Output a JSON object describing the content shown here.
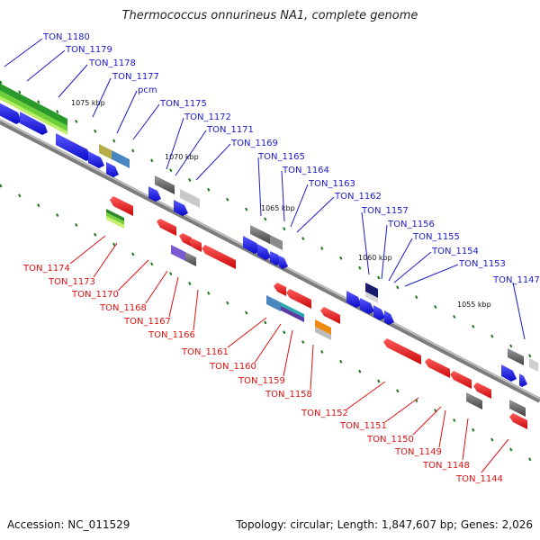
{
  "title": "Thermococcus onnurineus NA1, complete genome",
  "footer": {
    "accession": "Accession: NC_011529",
    "summary": "Topology: circular; Length: 1,847,607 bp; Genes: 2,026"
  },
  "colors": {
    "forward_label": "#1a1acc",
    "reverse_label": "#dd1111",
    "backbone": "#8a8a8a",
    "forward_gene": "#1414e6",
    "reverse_gene": "#e61414",
    "tick": "#1a7a1a"
  },
  "kbp_markers": [
    {
      "label": "1075 kbp"
    },
    {
      "label": "1070 kbp"
    },
    {
      "label": "1065 kbp"
    },
    {
      "label": "1060 kbp"
    },
    {
      "label": "1055 kbp"
    }
  ],
  "forward_labels": [
    "TON_1180",
    "TON_1179",
    "TON_1178",
    "TON_1177",
    "pcm",
    "TON_1175",
    "TON_1172",
    "TON_1171",
    "TON_1169",
    "TON_1165",
    "TON_1164",
    "TON_1163",
    "TON_1162",
    "TON_1157",
    "TON_1156",
    "TON_1155",
    "TON_1154",
    "TON_1153",
    "TON_1147"
  ],
  "reverse_labels": [
    "TON_1174",
    "TON_1173",
    "TON_1170",
    "TON_1168",
    "TON_1167",
    "TON_1166",
    "TON_1161",
    "TON_1160",
    "TON_1159",
    "TON_1158",
    "TON_1152",
    "TON_1151",
    "TON_1150",
    "TON_1149",
    "TON_1148",
    "TON_1144"
  ]
}
